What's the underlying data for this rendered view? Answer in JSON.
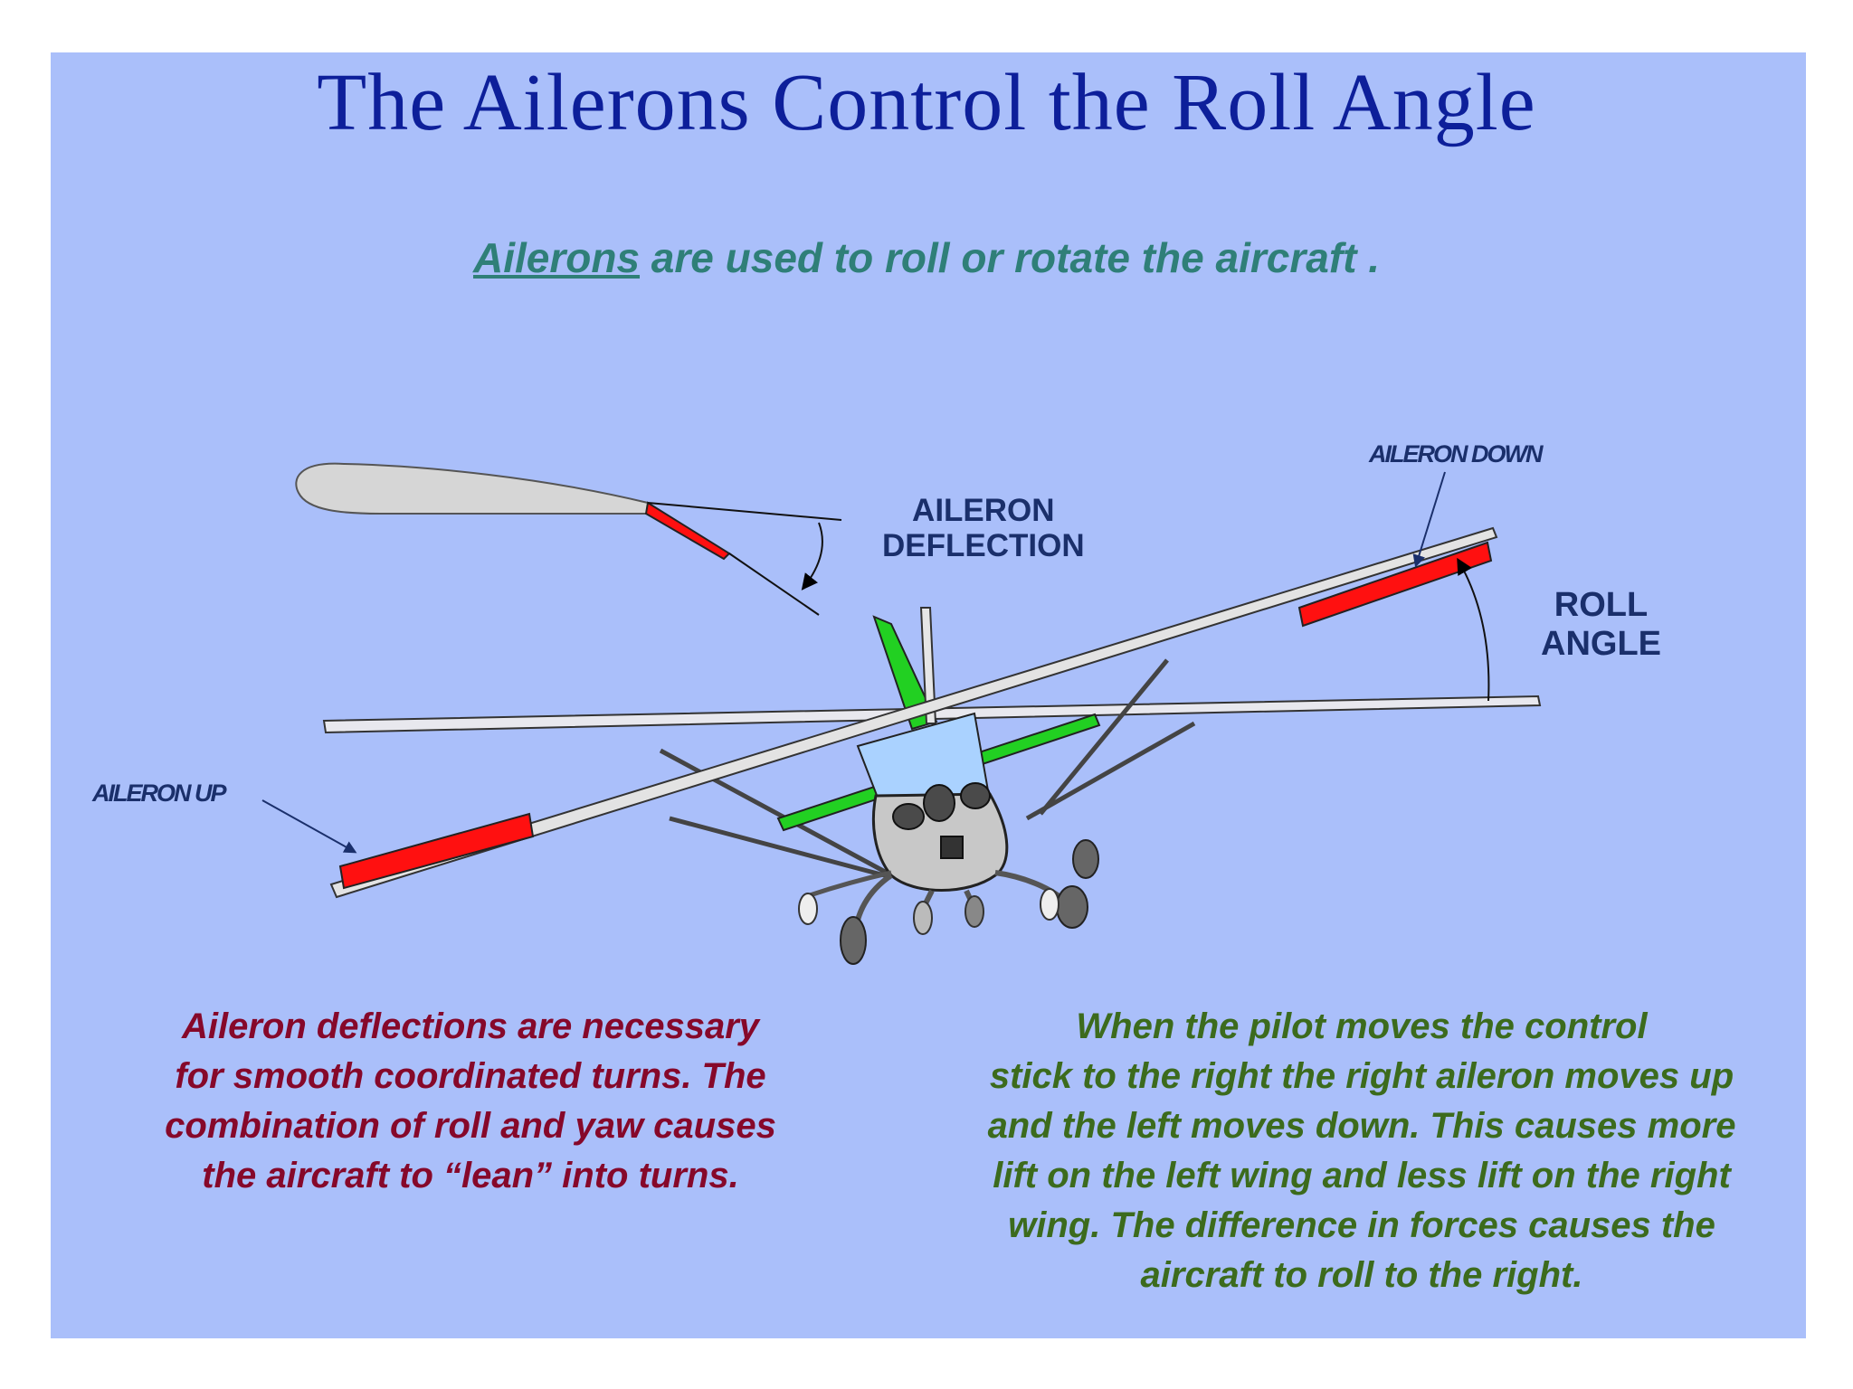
{
  "title": "The Ailerons Control the Roll Angle",
  "subtitle": {
    "link_text": "Ailerons",
    "rest": " are used to roll or rotate the aircraft ."
  },
  "labels": {
    "aileron_deflection": [
      "AILERON",
      "DEFLECTION"
    ],
    "roll_angle": [
      "ROLL",
      "ANGLE"
    ],
    "aileron_down": "AILERON DOWN",
    "aileron_up": "AILERON UP"
  },
  "paragraphs": {
    "left": [
      "Aileron deflections are necessary",
      "for smooth coordinated turns.  The",
      "combination of roll and yaw causes",
      "the aircraft to “lean” into turns."
    ],
    "right": [
      "When the pilot moves the control",
      "stick to the right the right aileron moves up",
      "and the left moves down.  This causes more",
      "lift on the left wing and less lift on the right",
      "wing.  The difference in forces causes the",
      "aircraft to roll to the right."
    ]
  },
  "colors": {
    "background": "#aabffa",
    "title": "#0d1f9a",
    "subtitle": "#2f7f78",
    "aileron": "#ff1010",
    "tail": "#22d022",
    "left_text": "#86082a",
    "right_text": "#3c6b1d"
  }
}
